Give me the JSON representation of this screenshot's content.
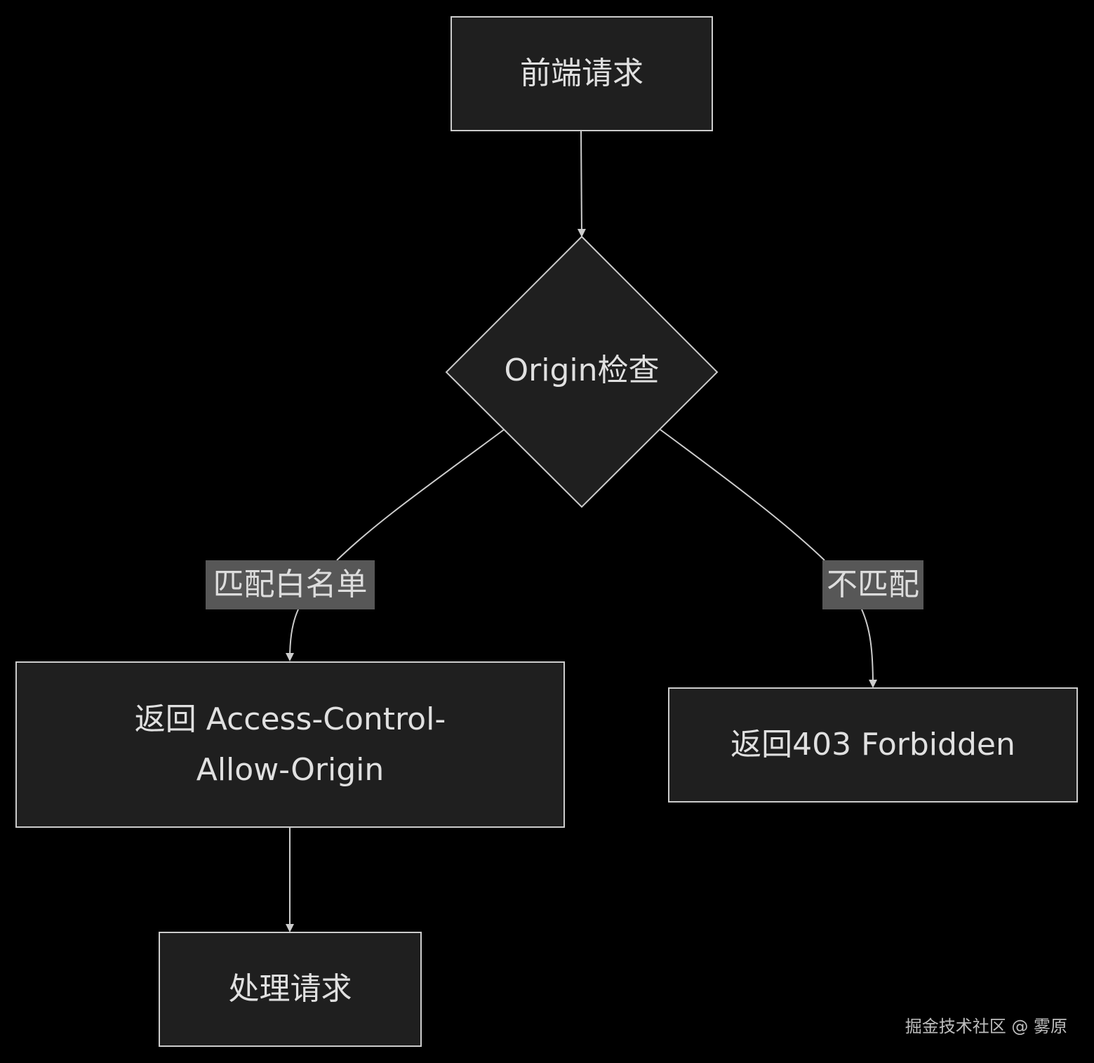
{
  "nodes": {
    "frontend_request": "前端请求",
    "origin_check": "Origin检查",
    "return_acao": "返回 Access-Control-Allow-Origin",
    "return_403": "返回403 Forbidden",
    "process_request": "处理请求"
  },
  "edges": {
    "match_whitelist": "匹配白名单",
    "no_match": "不匹配"
  },
  "watermark": "掘金技术社区 @ 雾原",
  "colors": {
    "background": "#000000",
    "node_fill": "#1f1f1f",
    "node_border": "#cccccc",
    "text": "#e0e0e0",
    "edge_label_bg": "#575757"
  }
}
